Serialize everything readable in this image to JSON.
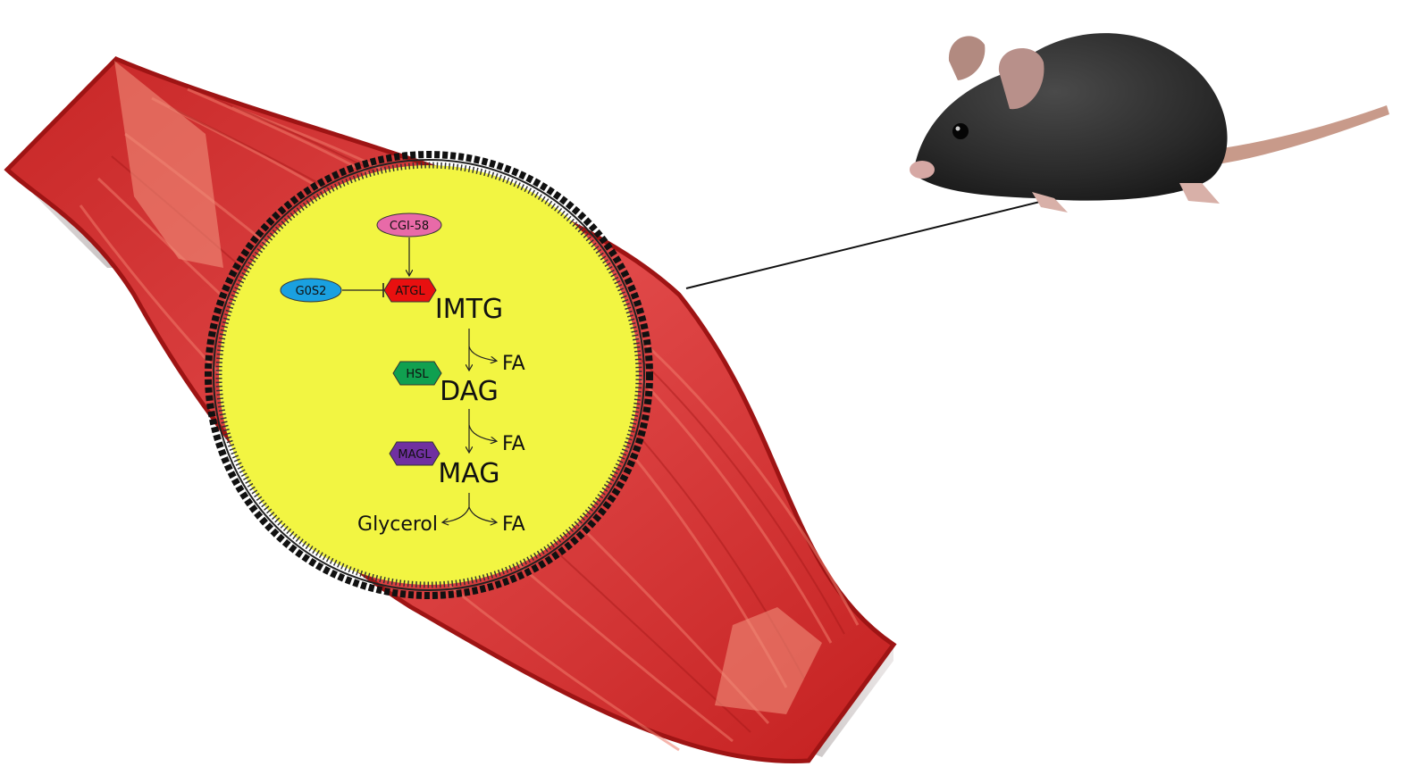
{
  "diagram": {
    "regulators": {
      "cgi58": {
        "label": "CGI-58",
        "color": "#e86aa8"
      },
      "g0s2": {
        "label": "G0S2",
        "color": "#1aa0e0"
      }
    },
    "enzymes": {
      "atgl": {
        "label": "ATGL",
        "color": "#e81010"
      },
      "hsl": {
        "label": "HSL",
        "color": "#10a050"
      },
      "magl": {
        "label": "MAGL",
        "color": "#7030a0"
      }
    },
    "substrates": {
      "imtg": "IMTG",
      "dag": "DAG",
      "mag": "MAG"
    },
    "products": {
      "fa1": "FA",
      "fa2": "FA",
      "fa3": "FA",
      "glycerol": "Glycerol"
    },
    "colors": {
      "lipid_droplet": "#f2f542",
      "muscle": "#d93a3a",
      "muscle_dark": "#a11818",
      "tendon": "#d8d4d4",
      "mouse": "#2e2e2e"
    },
    "icons": {
      "muscle": "muscle-illustration",
      "mouse": "mouse-illustration",
      "lipid_droplet": "lipid-droplet"
    }
  }
}
